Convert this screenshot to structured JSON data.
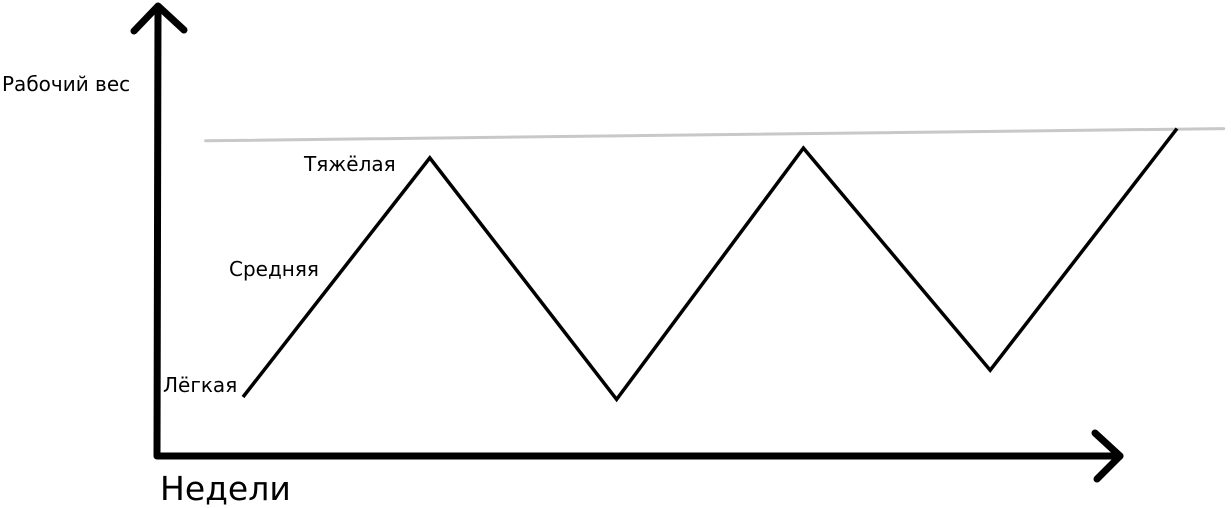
{
  "labels": {
    "y_axis": "Рабочий вес",
    "x_axis": "Недели",
    "levels": {
      "heavy": "Тяжёлая",
      "medium": "Средняя",
      "light": "Лёгкая"
    }
  },
  "colors": {
    "ink": "#000000",
    "reference_line": "#c8c8c8",
    "background": "#ffffff"
  },
  "chart_data": {
    "type": "line",
    "title": "",
    "xlabel": "Недели",
    "ylabel": "Рабочий вес",
    "y_level_labels": [
      "Лёгкая",
      "Средняя",
      "Тяжёлая"
    ],
    "series": [
      {
        "x": [
          0,
          1,
          2,
          3,
          4,
          5
        ],
        "y": [
          0.0,
          0.98,
          -0.01,
          1.02,
          0.11,
          1.1
        ]
      }
    ],
    "reference_line": {
      "from": [
        -0.2,
        1.05
      ],
      "to": [
        5.25,
        1.1
      ]
    },
    "xlim": [
      -0.45,
      5.25
    ],
    "ylim": [
      -0.25,
      1.65
    ]
  }
}
